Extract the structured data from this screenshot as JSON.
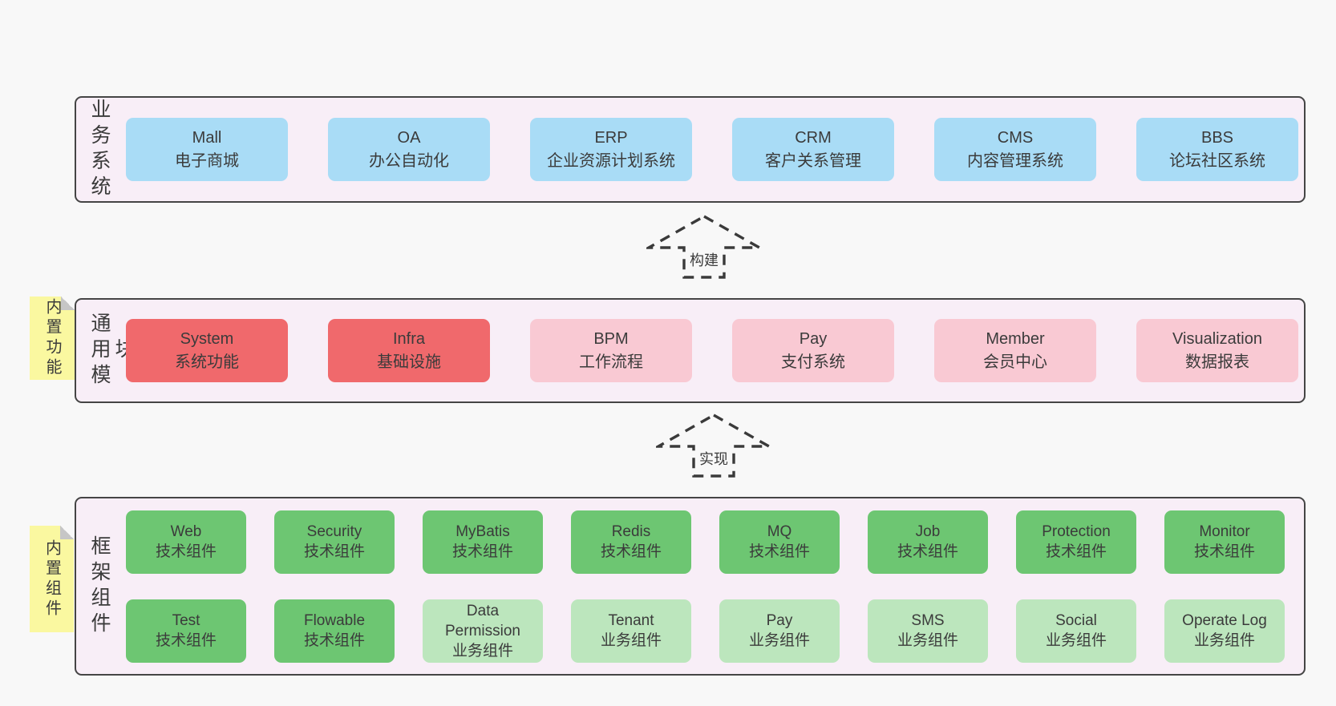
{
  "colors": {
    "pageBg": "#f8f8f8",
    "bandBg": "#f8eef7",
    "border": "#454545",
    "text": "#3b3b3b",
    "blue": "#a9dcf6",
    "red": "#f0696c",
    "pink": "#f9c9d3",
    "green": "#6dc672",
    "lightgreen": "#bce6bd",
    "sticky": "#faf8a0",
    "fold": "#c6c6c6"
  },
  "bands": [
    {
      "label": "业务系统",
      "boxes": [
        {
          "en": "Mall",
          "zh": "电子商城"
        },
        {
          "en": "OA",
          "zh": "办公自动化"
        },
        {
          "en": "ERP",
          "zh": "企业资源计划系统"
        },
        {
          "en": "CRM",
          "zh": "客户关系管理"
        },
        {
          "en": "CMS",
          "zh": "内容管理系统"
        },
        {
          "en": "BBS",
          "zh": "论坛社区系统"
        }
      ]
    },
    {
      "label": "通用模块",
      "sticky": "内置功能",
      "boxes": [
        {
          "en": "System",
          "zh": "系统功能"
        },
        {
          "en": "Infra",
          "zh": "基础设施"
        },
        {
          "en": "BPM",
          "zh": "工作流程"
        },
        {
          "en": "Pay",
          "zh": "支付系统"
        },
        {
          "en": "Member",
          "zh": "会员中心"
        },
        {
          "en": "Visualization",
          "zh": "数据报表"
        }
      ]
    },
    {
      "label": "框架组件",
      "sticky": "内置组件",
      "rows": [
        [
          {
            "en": "Web",
            "zh": "技术组件"
          },
          {
            "en": "Security",
            "zh": "技术组件"
          },
          {
            "en": "MyBatis",
            "zh": "技术组件"
          },
          {
            "en": "Redis",
            "zh": "技术组件"
          },
          {
            "en": "MQ",
            "zh": "技术组件"
          },
          {
            "en": "Job",
            "zh": "技术组件"
          },
          {
            "en": "Protection",
            "zh": "技术组件"
          },
          {
            "en": "Monitor",
            "zh": "技术组件"
          }
        ],
        [
          {
            "en": "Test",
            "zh": "技术组件"
          },
          {
            "en": "Flowable",
            "zh": "技术组件"
          },
          {
            "en": "Data Permission",
            "zh": "业务组件"
          },
          {
            "en": "Tenant",
            "zh": "业务组件"
          },
          {
            "en": "Pay",
            "zh": "业务组件"
          },
          {
            "en": "SMS",
            "zh": "业务组件"
          },
          {
            "en": "Social",
            "zh": "业务组件"
          },
          {
            "en": "Operate Log",
            "zh": "业务组件"
          }
        ]
      ]
    }
  ],
  "arrows": [
    {
      "label": "构建"
    },
    {
      "label": "实现"
    }
  ]
}
